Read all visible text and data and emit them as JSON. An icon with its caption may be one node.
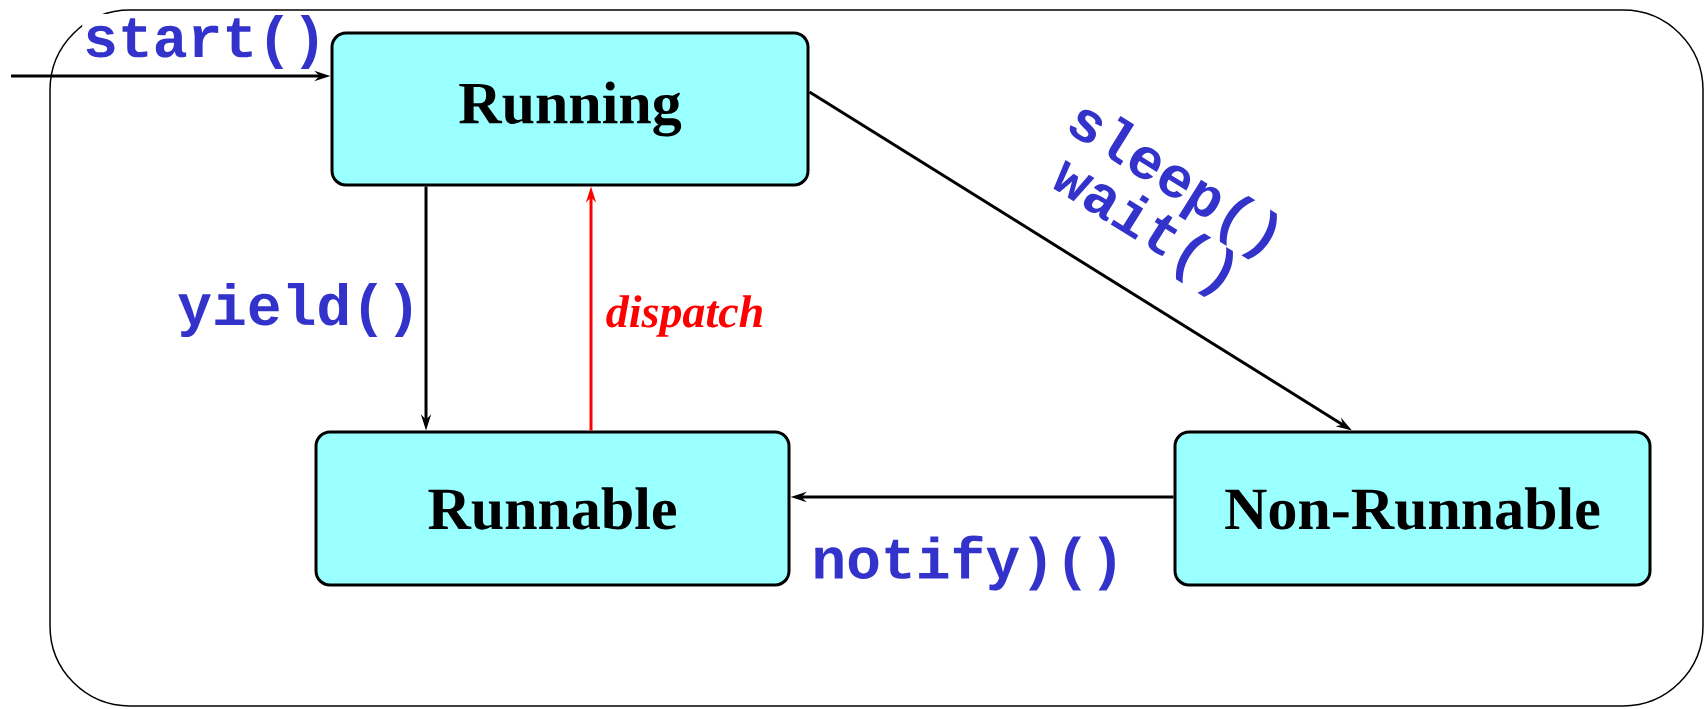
{
  "diagram": {
    "nodes": [
      {
        "text": [],
        "shape": "box"
      },
      {
        "text": [
          "Running"
        ],
        "in": 0
      },
      {
        "text": [
          "Runnable"
        ],
        "in": 0
      },
      {
        "text": [
          "Non-Runnable"
        ],
        "in": 0
      }
    ],
    "edges": [
      {
        "from": null,
        "to": 1,
        "arrow": "to",
        "label": "start()"
      },
      {
        "from": 1,
        "to": 2,
        "arrow": "to",
        "label": "yield()"
      },
      {
        "from": 2,
        "to": 1,
        "arrow": "to",
        "label": "dispatch",
        "color": "#ff0000"
      },
      {
        "from": 1,
        "to": 3,
        "arrow": "to",
        "label": "sleep() wait()"
      },
      {
        "from": 3,
        "to": 2,
        "arrow": "to",
        "label": "notify)()"
      }
    ]
  }
}
